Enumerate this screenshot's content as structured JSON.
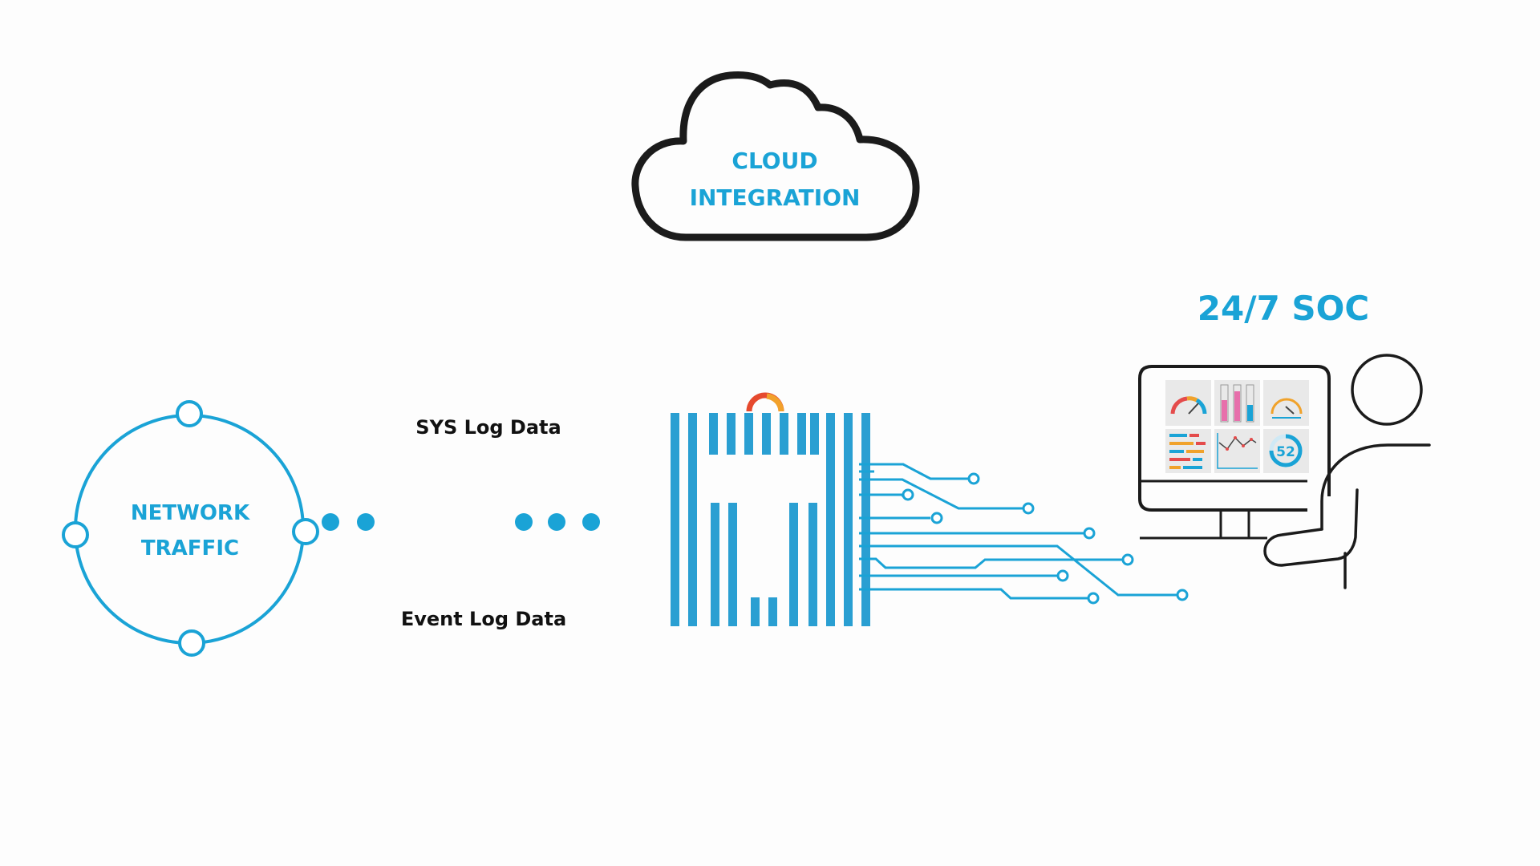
{
  "colors": {
    "accent": "#1aa3d6",
    "ink": "#1b1b1b",
    "background": "#fdfdfd"
  },
  "cloud": {
    "line1": "CLOUD",
    "line2": "INTEGRATION"
  },
  "network": {
    "line1": "NETWORK",
    "line2": "TRAFFIC"
  },
  "flow_labels": {
    "top": "SYS Log Data",
    "bottom": "Event Log Data"
  },
  "soc": {
    "title": "24/7 SOC",
    "dashboard_value": "52"
  },
  "icons": {
    "cloud": "cloud-icon",
    "network": "network-ring-icon",
    "device": "logo-device-icon",
    "circuit": "circuit-traces-icon",
    "monitor": "monitor-icon",
    "person": "person-icon"
  }
}
